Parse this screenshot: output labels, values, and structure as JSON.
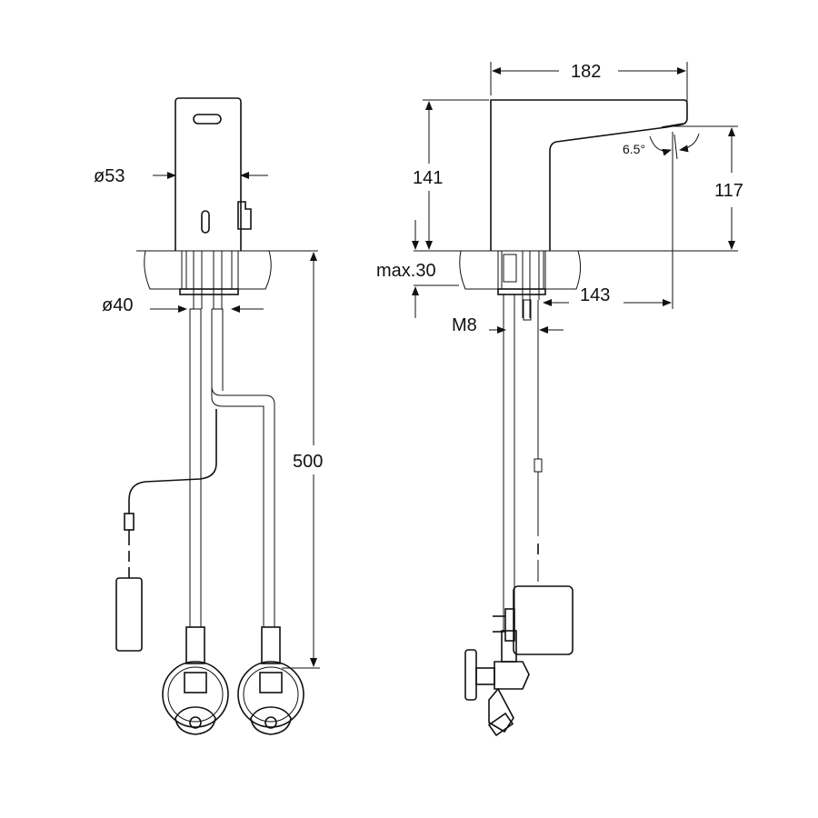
{
  "drawing": {
    "front_view": {
      "body_diameter": "ø53",
      "base_diameter": "ø40",
      "hose_length": "500"
    },
    "side_view": {
      "width": "182",
      "height": "141",
      "spout_height": "117",
      "spout_angle": "6.5°",
      "max_countertop": "max.30",
      "reach": "143",
      "thread": "M8"
    }
  }
}
